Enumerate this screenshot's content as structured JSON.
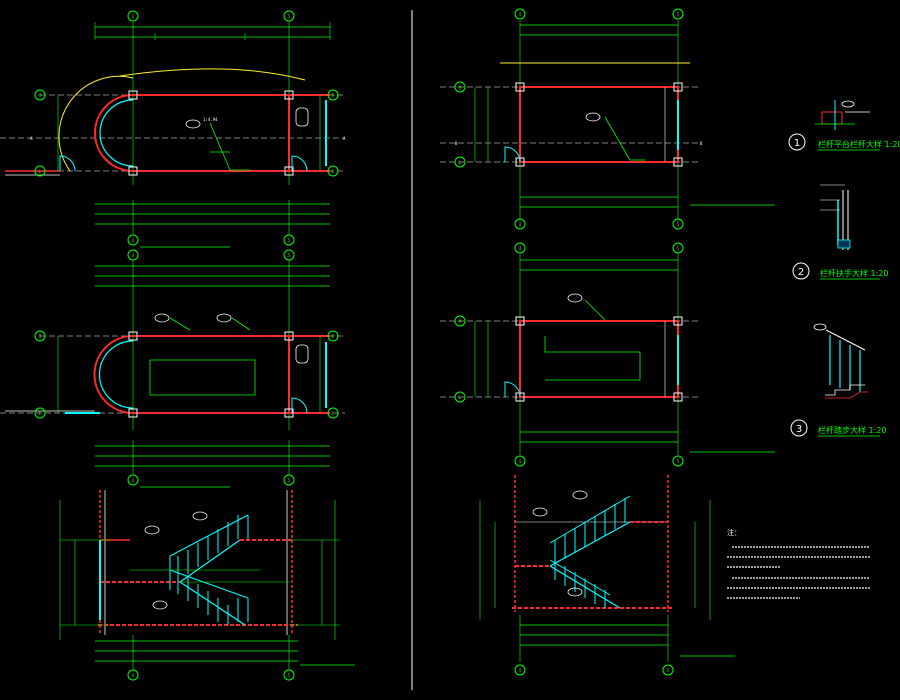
{
  "axes": {
    "four": "4",
    "five": "5",
    "m": "M",
    "l": "L"
  },
  "section_marks": {
    "a": "A",
    "b": "B"
  },
  "details": {
    "d1": {
      "num": "1",
      "title": "栏杆平台栏杆大样 1:20"
    },
    "d2": {
      "num": "2",
      "title": "栏杆扶手大样 1:20"
    },
    "d3": {
      "num": "3",
      "title": "栏杆踏步大样 1:20"
    }
  },
  "notes": {
    "heading": "注："
  },
  "colors": {
    "wall": "#ff2a2a",
    "dim": "#00ff00",
    "stair": "#00ffff",
    "arc": "#ffee33",
    "axis": "#ffffff"
  }
}
